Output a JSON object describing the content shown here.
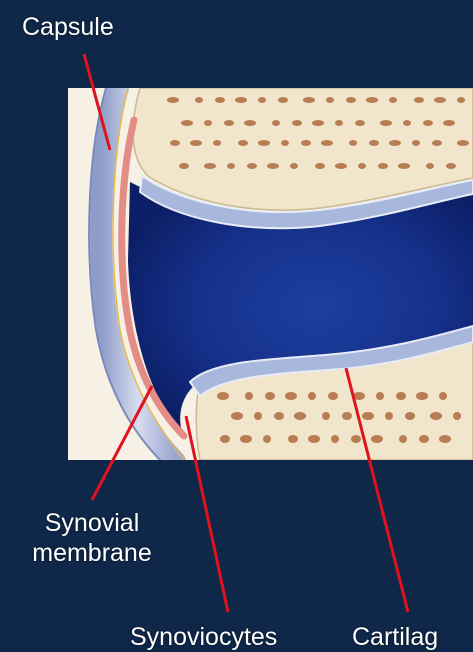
{
  "labels": {
    "capsule": "Capsule",
    "synovial_line1": "Synovial",
    "synovial_line2": "membrane",
    "synoviocytes": "Synoviocytes",
    "cartilage": "Cartilag"
  },
  "colors": {
    "background": "#0f2748",
    "pointer": "#e0121e",
    "joint_fluid": "#14318c",
    "bone": "#f1e6cc",
    "cartilage": "#a8b7dc",
    "capsule": "#c4cbe3",
    "synovial_lining": "#e48d87"
  }
}
